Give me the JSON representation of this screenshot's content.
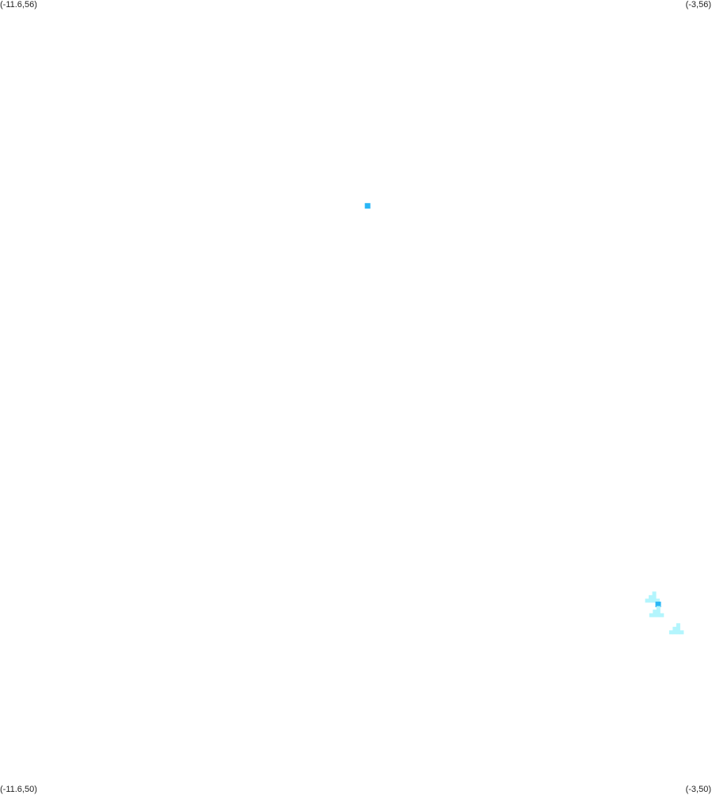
{
  "corners": {
    "top_left": "(-11.6,56)",
    "top_right": "(-3,56)",
    "bottom_left": "(-11.6,50)",
    "bottom_right": "(-3,50)"
  },
  "extent": {
    "lon_min": -11.6,
    "lon_max": -3,
    "lat_min": 50,
    "lat_max": 56
  },
  "colors": {
    "background": "#ffffff",
    "strong": "#29b6f6",
    "light": "#b3f5fd"
  },
  "features": [
    {
      "kind": "square",
      "lon": -7.16,
      "lat": 54.44,
      "color": "strong"
    },
    {
      "kind": "blob",
      "lon": -3.7,
      "lat": 51.45,
      "color": "light"
    },
    {
      "kind": "square",
      "lon": -3.65,
      "lat": 51.42,
      "color": "strong"
    },
    {
      "kind": "blob",
      "lon": -3.65,
      "lat": 51.34,
      "color": "light"
    },
    {
      "kind": "blob",
      "lon": -3.41,
      "lat": 51.21,
      "color": "light"
    }
  ]
}
